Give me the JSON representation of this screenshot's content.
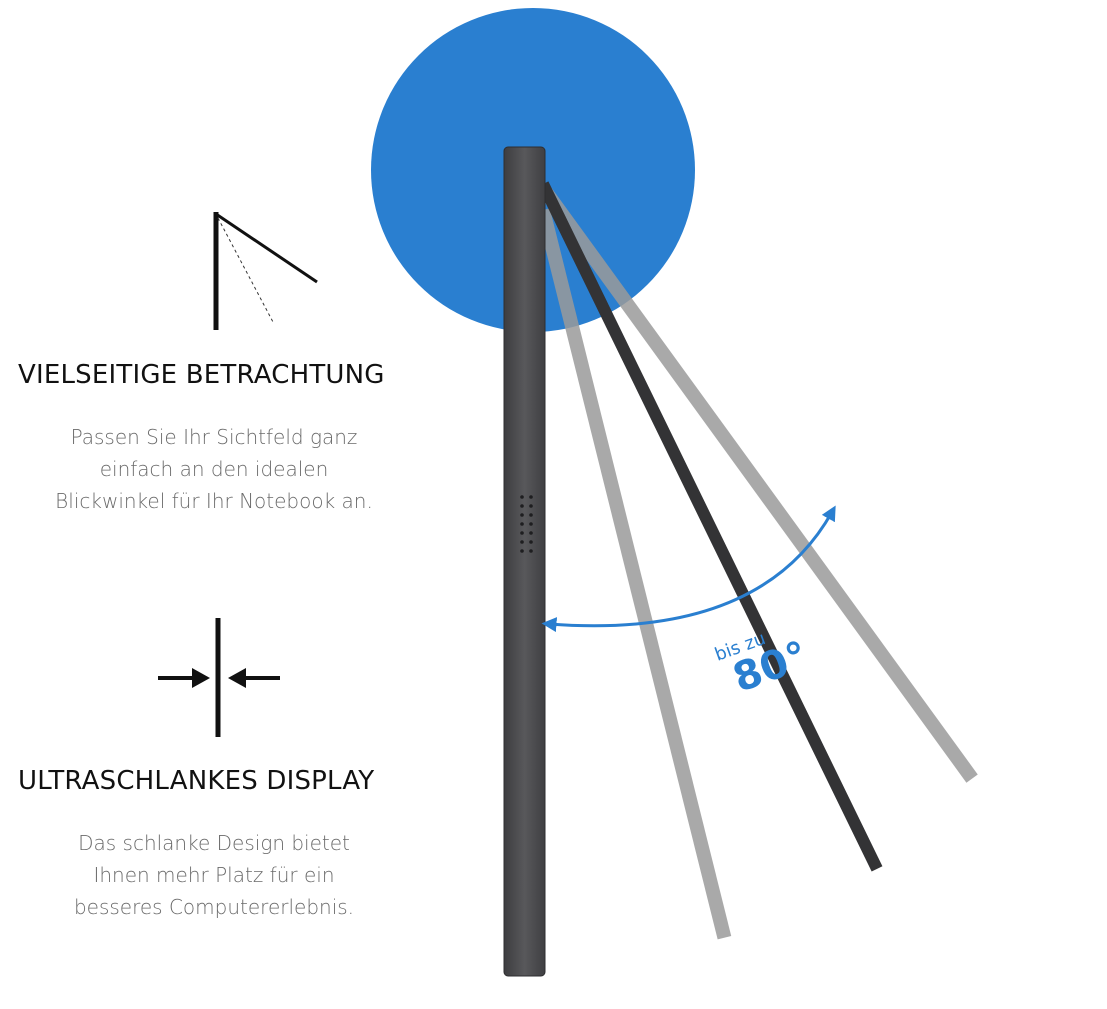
{
  "features": [
    {
      "icon": "viewing-angle-icon",
      "title": "VIELSEITIGE BETRACHTUNG",
      "lines": [
        "Passen Sie Ihr Sichtfeld ganz",
        "einfach an den idealen",
        "Blickwinkel für Ihr Notebook an."
      ]
    },
    {
      "icon": "slim-profile-icon",
      "title": "ULTRASCHLANKES DISPLAY",
      "lines": [
        "Das schlanke Design bietet",
        "Ihnen mehr Platz für ein",
        "besseres Computererlebnis."
      ]
    }
  ],
  "angle": {
    "prefix": "bis zu",
    "value": "80°"
  },
  "colors": {
    "accent_blue": "#2a7fd0",
    "monitor_gray": "#4a4a4c",
    "text_gray": "#6a6a6a"
  }
}
